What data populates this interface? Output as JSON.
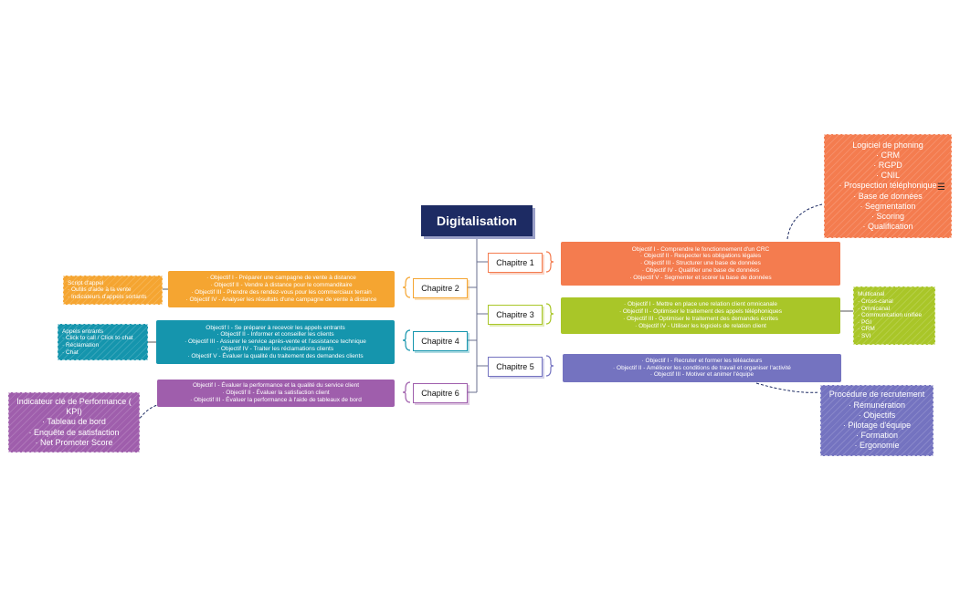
{
  "root": {
    "label": "Digitalisation",
    "color": "#1d2b63"
  },
  "chapters": [
    {
      "id": "c1",
      "label": "Chapitre 1",
      "color": "#f47c4f",
      "objectives": [
        "Objectif I - Comprendre le fonctionnement d'un CRC",
        "· Objectif II - Respecter les obligations légales",
        "· Objectif III - Structurer une base de données",
        "· Objectif IV - Qualifier une base de données",
        "· Objectif V - Segmenter et scorer la base de données"
      ]
    },
    {
      "id": "c2",
      "label": "Chapitre 2",
      "color": "#f5a531",
      "objectives": [
        "· Objectif I - Préparer une campagne de vente à distance",
        "· Objectif II - Vendre à distance pour le commanditaire",
        "· Objectif III - Prendre des rendez-vous pour les commerciaux terrain",
        "· Objectif IV - Analyser les résultats d'une campagne de vente à distance"
      ]
    },
    {
      "id": "c3",
      "label": "Chapitre 3",
      "color": "#a9c628",
      "objectives": [
        "· Objectif I - Mettre en place une relation client omnicanale",
        "· Objectif II - Optimiser le traitement des appels téléphoniques",
        "· Objectif III - Optimiser le traitement des demandes écrites",
        "· Objectif IV - Utiliser les logiciels de relation client"
      ]
    },
    {
      "id": "c4",
      "label": "Chapitre 4",
      "color": "#1595ad",
      "objectives": [
        "Objectif I - Se préparer à recevoir les appels entrants",
        "· Objectif II - Informer et conseiller les clients",
        "· Objectif III - Assurer le service après-vente et l'assistance technique",
        "· Objectif IV - Traiter les réclamations clients",
        "· Objectif V - Évaluer la qualité du traitement des demandes clients"
      ]
    },
    {
      "id": "c5",
      "label": "Chapitre 5",
      "color": "#7473c0",
      "objectives": [
        "· Objectif I - Recruter et former les téléacteurs",
        "· Objectif II - Améliorer les conditions de travail et organiser l'activité",
        "· Objectif III - Motiver et animer l'équipe"
      ]
    },
    {
      "id": "c6",
      "label": "Chapitre 6",
      "color": "#9f5eac",
      "objectives": [
        "Objectif I - Évaluer la performance et la qualité du service client",
        "· Objectif II - Évaluer la satisfaction client",
        "· Objectif III - Évaluer la performance à l'aide de tableaux de bord"
      ]
    }
  ],
  "notes": {
    "c1": {
      "color": "#f47c4f",
      "lines": [
        "Logiciel de phoning",
        "· CRM",
        "· RGPD",
        "· CNIL",
        "· Prospection téléphonique",
        "· Base de données",
        "· Segmentation",
        "· Scoring",
        "· Qualification"
      ],
      "icon": "menu-lines-icon"
    },
    "c2": {
      "color": "#f5a531",
      "lines": [
        "Script d'appel",
        "· Outils d'aide à la vente",
        "· Indicateurs d'appels sortants"
      ]
    },
    "c3": {
      "color": "#a9c628",
      "lines": [
        "Multicanal",
        "· Cross-canal",
        "· Omnicanal",
        "· Communication unifiée",
        "· PGI",
        "· CRM",
        "· SVI"
      ]
    },
    "c4": {
      "color": "#1595ad",
      "lines": [
        "Appels entrants",
        "· Click to call / Click to chat",
        "· Réclamation",
        "· Chat"
      ]
    },
    "c5": {
      "color": "#7473c0",
      "lines": [
        "Procédure de recrutement",
        "· Rémunération",
        "· Objectifs",
        "· Pilotage d'équipe",
        "· Formation",
        "· Ergonomie"
      ]
    },
    "c6": {
      "color": "#9f5eac",
      "lines": [
        "Indicateur clé de Performance (",
        "KPI)",
        "· Tableau de bord",
        "· Enquête de satisfaction",
        "· Net Promoter Score"
      ]
    }
  }
}
